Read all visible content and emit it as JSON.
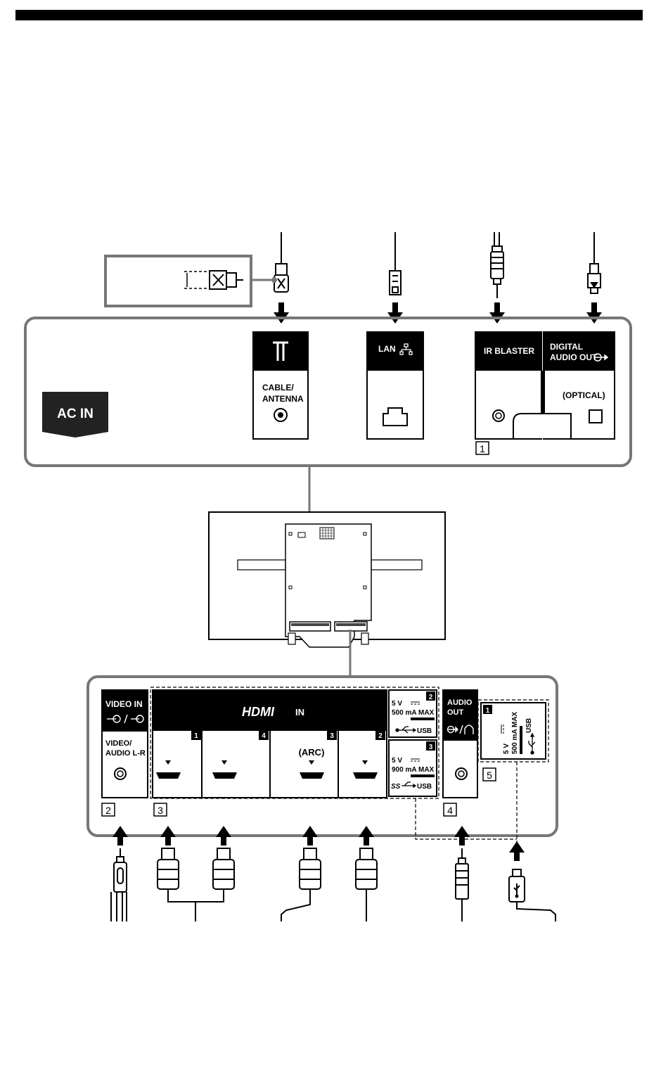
{
  "top_panel": {
    "ac_in": "AC IN",
    "cable_antenna_1": "CABLE/",
    "cable_antenna_2": "ANTENNA",
    "lan": "LAN",
    "ir_blaster": "IR BLASTER",
    "digital_audio_1": "DIGITAL",
    "digital_audio_2": "AUDIO OUT",
    "optical": "(OPTICAL)",
    "callout_1": "1"
  },
  "bottom_panel": {
    "video_in": "VIDEO IN",
    "video_audio_1": "VIDEO/",
    "video_audio_2": "AUDIO L-R",
    "hdmi_logo": "HDMI",
    "hdmi_in": "IN",
    "hdmi_port_1": "1",
    "hdmi_port_4": "4",
    "hdmi_port_3": "3",
    "hdmi_port_2": "2",
    "arc": "(ARC)",
    "usb2_number": "2",
    "usb2_voltage": "5 V",
    "usb2_current": "500 mA MAX",
    "usb2_label": "USB",
    "usb3_number": "3",
    "usb3_voltage": "5 V",
    "usb3_current": "900 mA MAX",
    "usb3_label": "USB",
    "usb3_ss": "SS",
    "audio_out_1": "AUDIO",
    "audio_out_2": "OUT",
    "usb1_number": "1",
    "usb1_voltage": "5 V",
    "usb1_current": "500 mA MAX",
    "usb1_label": "USB",
    "callout_2": "2",
    "callout_3": "3",
    "callout_4": "4",
    "callout_5": "5"
  },
  "icons": [
    "antenna-icon",
    "network-icon",
    "video-input-icon",
    "audio-output-icon",
    "headphone-icon",
    "usb-icon",
    "dc-symbol-icon"
  ],
  "colors": {
    "ink": "#000000",
    "frame": "#555555",
    "paper": "#ffffff"
  }
}
